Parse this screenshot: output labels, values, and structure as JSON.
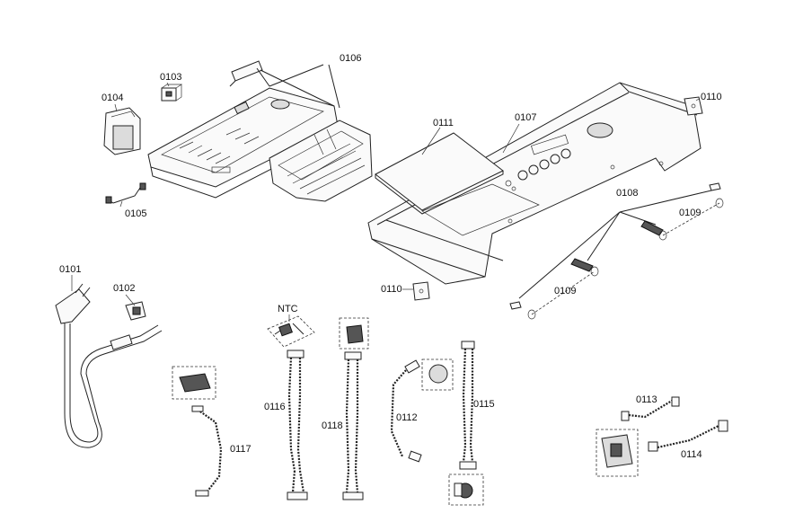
{
  "labels": {
    "p0101": "0101",
    "p0102": "0102",
    "p0103": "0103",
    "p0104": "0104",
    "p0105": "0105",
    "p0106": "0106",
    "p0107": "0107",
    "p0108": "0108",
    "p0109a": "0109",
    "p0109b": "0109",
    "p0110a": "0110",
    "p0110b": "0110",
    "p0111": "0111",
    "p0112": "0112",
    "p0113": "0113",
    "p0114": "0114",
    "p0115": "0115",
    "p0116": "0116",
    "p0117": "0117",
    "p0118": "0118",
    "ntc": "NTC"
  }
}
